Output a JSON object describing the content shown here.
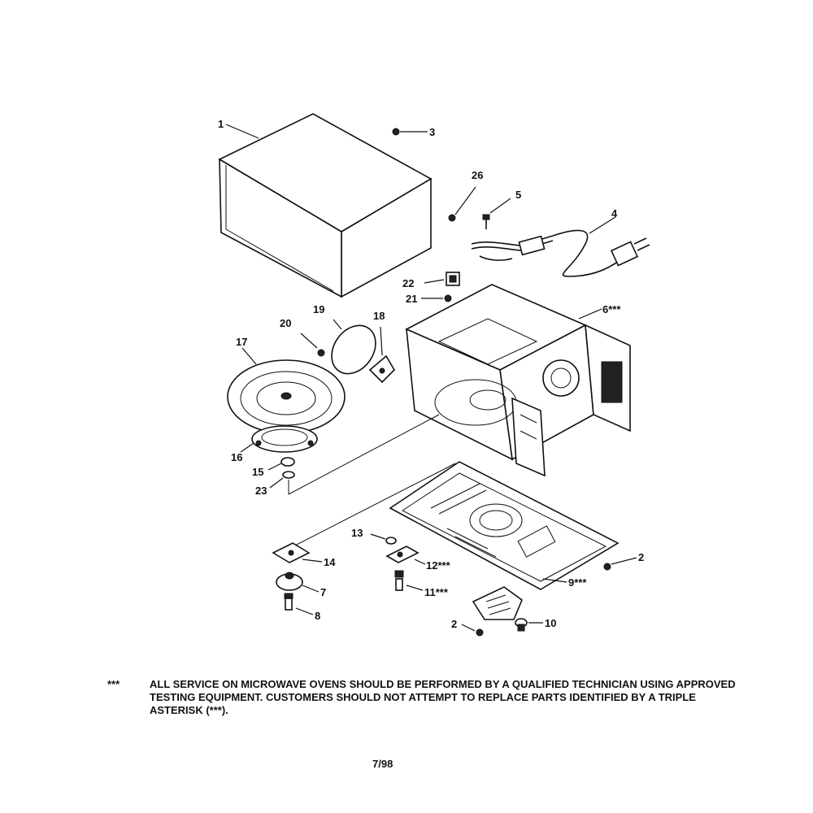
{
  "callouts": {
    "c1": "1",
    "c3": "3",
    "c26": "26",
    "c5": "5",
    "c4": "4",
    "c22": "22",
    "c21": "21",
    "c6": "6***",
    "c19": "19",
    "c18": "18",
    "c20": "20",
    "c17": "17",
    "c16": "16",
    "c15": "15",
    "c23": "23",
    "c13": "13",
    "c14": "14",
    "c12": "12***",
    "c2a": "2",
    "c9": "9***",
    "c11": "11***",
    "c7": "7",
    "c8": "8",
    "c2b": "2",
    "c10": "10"
  },
  "notice": {
    "mark": "***",
    "text": "ALL SERVICE ON MICROWAVE OVENS SHOULD BE PERFORMED BY A QUALIFIED TECHNICIAN USING APPROVED TESTING EQUIPMENT. CUSTOMERS SHOULD NOT ATTEMPT TO REPLACE PARTS IDENTIFIED BY A TRIPLE ASTERISK (***)."
  },
  "page_code": "7/98"
}
